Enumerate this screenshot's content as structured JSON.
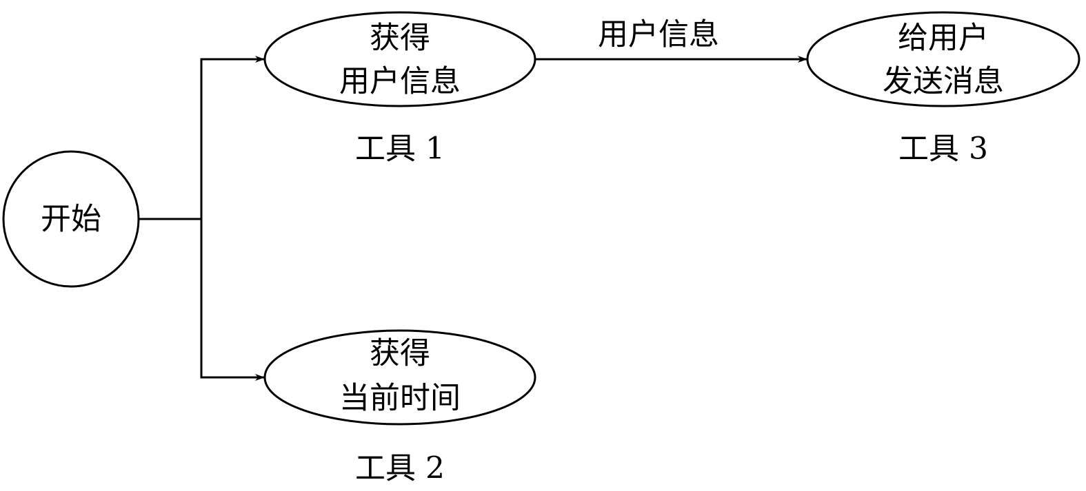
{
  "nodes": {
    "start": {
      "label": "开始"
    },
    "tool1": {
      "lines": [
        "获得",
        "用户信息"
      ],
      "caption": "工具 1"
    },
    "tool2": {
      "lines": [
        "获得",
        "当前时间"
      ],
      "caption": "工具 2"
    },
    "tool3": {
      "lines": [
        "给用户",
        "发送消息"
      ],
      "caption": "工具 3"
    }
  },
  "edges": {
    "tool1_to_tool3": {
      "label": "用户信息"
    }
  },
  "colors": {
    "stroke": "#000000",
    "background": "#ffffff"
  }
}
